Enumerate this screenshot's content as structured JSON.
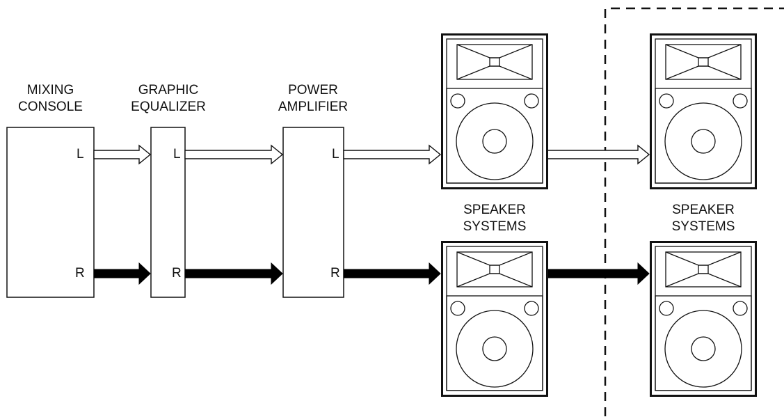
{
  "devices": {
    "mixing_console": {
      "line1": "MIXING",
      "line2": "CONSOLE",
      "port_l": "L",
      "port_r": "R"
    },
    "graphic_equalizer": {
      "line1": "GRAPHIC",
      "line2": "EQUALIZER",
      "port_l": "L",
      "port_r": "R"
    },
    "power_amplifier": {
      "line1": "POWER",
      "line2": "AMPLIFIER",
      "port_l": "L",
      "port_r": "R"
    }
  },
  "speaker_groups": [
    {
      "line1": "SPEAKER",
      "line2": "SYSTEMS"
    },
    {
      "line1": "SPEAKER",
      "line2": "SYSTEMS"
    }
  ],
  "signals": {
    "left": {
      "style": "hollow-arrow",
      "color": "#ffffff",
      "outline": "#111111"
    },
    "right": {
      "style": "solid-arrow",
      "color": "#000000"
    }
  },
  "separator": {
    "style": "dashed"
  }
}
